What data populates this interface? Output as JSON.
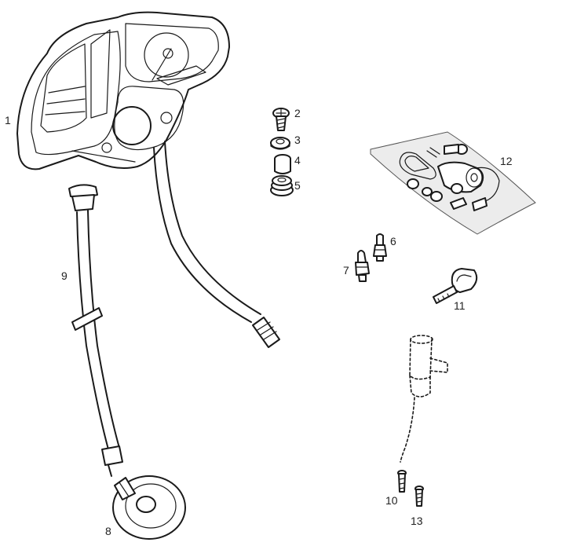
{
  "diagram": {
    "callouts": [
      {
        "id": "1",
        "label": "1"
      },
      {
        "id": "2",
        "label": "2"
      },
      {
        "id": "3",
        "label": "3"
      },
      {
        "id": "4",
        "label": "4"
      },
      {
        "id": "5",
        "label": "5"
      },
      {
        "id": "6",
        "label": "6"
      },
      {
        "id": "7",
        "label": "7"
      },
      {
        "id": "8",
        "label": "8"
      },
      {
        "id": "9",
        "label": "9"
      },
      {
        "id": "10",
        "label": "10"
      },
      {
        "id": "11",
        "label": "11"
      },
      {
        "id": "12",
        "label": "12"
      },
      {
        "id": "13",
        "label": "13"
      }
    ],
    "colors": {
      "line": "#1a1a1a",
      "background": "#ffffff",
      "bag": "#ececec"
    }
  }
}
